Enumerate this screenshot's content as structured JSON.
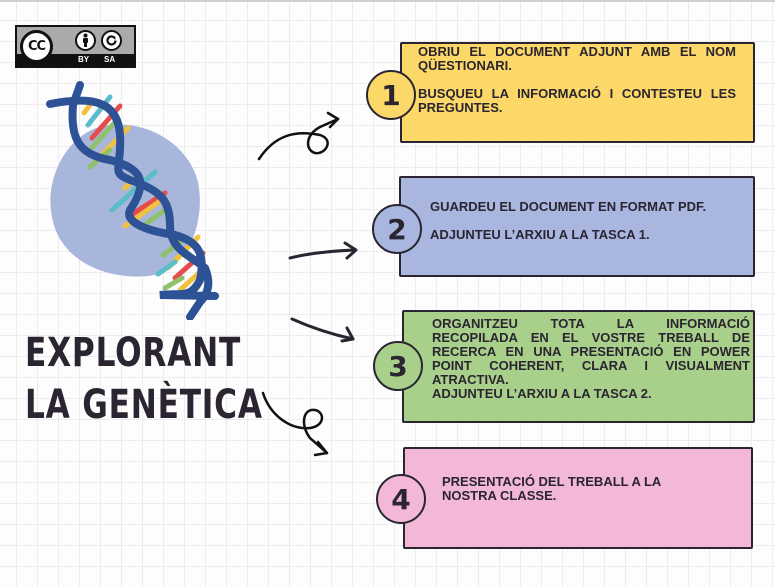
{
  "license": {
    "badge": "CC",
    "icons": [
      "attribution-icon",
      "share-alike-icon"
    ],
    "labels": [
      "BY",
      "SA"
    ]
  },
  "title": {
    "line1": "EXPLORANT",
    "line2": "LA GENÈTICA"
  },
  "illustration": {
    "name": "dna-double-helix",
    "colors": {
      "helix": "#2d5296",
      "blob": "#a8b6dc",
      "bases": [
        "#e64c4c",
        "#f2c23e",
        "#8fc06b",
        "#5bbccb"
      ]
    }
  },
  "steps": [
    {
      "number": "1",
      "color": "#fcd869",
      "paragraphs": [
        "OBRIU EL DOCUMENT ADJUNT AMB EL NOM QÜESTIONARI.",
        "BUSQUEU LA INFORMACIÓ I CONTESTEU LES PREGUNTES."
      ]
    },
    {
      "number": "2",
      "color": "#a8b6e0",
      "paragraphs": [
        "GUARDEU EL DOCUMENT EN FORMAT PDF.",
        "ADJUNTEU L’ARXIU A LA TASCA 1."
      ]
    },
    {
      "number": "3",
      "color": "#a9d08a",
      "paragraphs": [
        "ORGANITZEU TOTA LA INFORMACIÓ RECOPILADA EN EL VOSTRE TREBALL DE RECERCA EN UNA PRESENTACIÓ EN POWER POINT COHERENT, CLARA I VISUALMENT ATRACTIVA.",
        "ADJUNTEU L’ARXIU A LA TASCA 2."
      ]
    },
    {
      "number": "4",
      "color": "#f3b8d8",
      "paragraphs": [
        "PRESENTACIÓ DEL TREBALL A LA NOSTRA CLASSE."
      ]
    }
  ]
}
